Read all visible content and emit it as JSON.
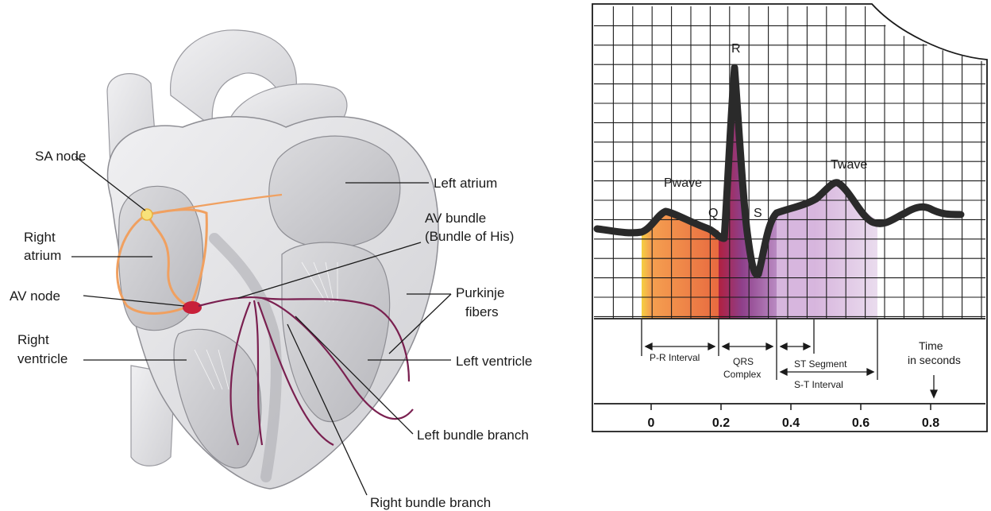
{
  "heart": {
    "labels": {
      "sa_node": "SA node",
      "right_atrium_1": "Right",
      "right_atrium_2": "atrium",
      "av_node": "AV node",
      "right_ventricle_1": "Right",
      "right_ventricle_2": "ventricle",
      "left_atrium": "Left atrium",
      "av_bundle_1": "AV bundle",
      "av_bundle_2": "(Bundle of His)",
      "purkinje_1": "Purkinje",
      "purkinje_2": "fibers",
      "left_ventricle": "Left ventricle",
      "left_bundle_branch": "Left bundle branch",
      "right_bundle_branch": "Right bundle branch"
    },
    "colors": {
      "tissue": "#e4e4e6",
      "tissue_shade": "#c9c9cc",
      "conduction_orange": "#f0a060",
      "sa_node": "#f8e27a",
      "av_node": "#c8203a",
      "bundle": "#7a2050"
    }
  },
  "ecg": {
    "wave_labels": {
      "r": "R",
      "p": "Pwave",
      "q": "Q",
      "s": "S",
      "t": "Twave"
    },
    "intervals": {
      "pr": "P-R Interval",
      "qrs_1": "QRS",
      "qrs_2": "Complex",
      "st_segment": "ST Segment",
      "st_interval": "S-T Interval"
    },
    "time_label_1": "Time",
    "time_label_2": "in seconds",
    "axis_ticks": [
      "0",
      "0.2",
      "0.4",
      "0.6",
      "0.8"
    ],
    "colors": {
      "p_fill": "#f08050",
      "p_edge": "#f5d040",
      "qrs_fill": "#a04a90",
      "st_fill": "#d9b8df",
      "t_fill": "#e6d2ea",
      "trace": "#2a2a2a"
    }
  }
}
